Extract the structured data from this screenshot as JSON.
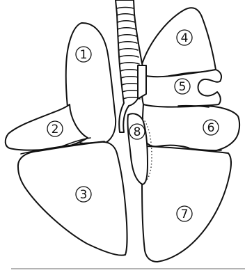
{
  "lobes": [
    {
      "id": "1",
      "label": "1"
    },
    {
      "id": "2",
      "label": "2"
    },
    {
      "id": "3",
      "label": "3"
    },
    {
      "id": "4",
      "label": "4"
    },
    {
      "id": "5",
      "label": "5"
    },
    {
      "id": "6",
      "label": "6"
    },
    {
      "id": "7",
      "label": "7"
    },
    {
      "id": "8",
      "label": "8"
    }
  ]
}
